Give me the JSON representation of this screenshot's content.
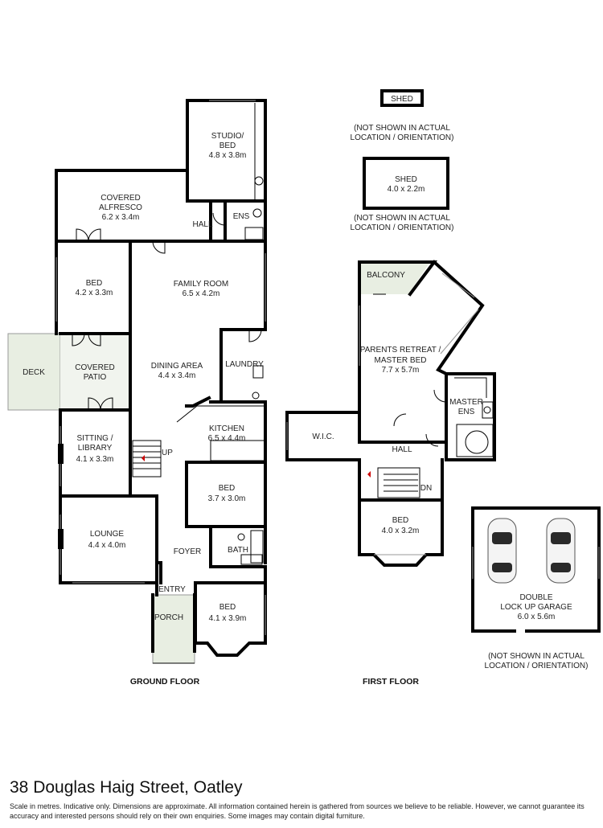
{
  "colors": {
    "wall": "#000000",
    "deck_fill": "#e8eee2",
    "porch_fill": "#e8eee2",
    "window": "#9a9a9a"
  },
  "ground_floor": {
    "label": "GROUND FLOOR",
    "rooms": {
      "studio": {
        "line1": "STUDIO/",
        "line2": "BED",
        "dims": "4.8 x 3.8m"
      },
      "alfresco": {
        "line1": "COVERED",
        "line2": "ALFRESCO",
        "dims": "6.2 x 3.4m"
      },
      "hall": {
        "name": "HALL"
      },
      "ens": {
        "name": "ENS"
      },
      "bed1": {
        "name": "BED",
        "dims": "4.2 x 3.3m"
      },
      "family": {
        "name": "FAMILY ROOM",
        "dims": "6.5 x 4.2m"
      },
      "deck": {
        "name": "DECK"
      },
      "patio": {
        "line1": "COVERED",
        "line2": "PATIO"
      },
      "dining": {
        "name": "DINING AREA",
        "dims": "4.4 x 3.4m"
      },
      "laundry": {
        "name": "LAUNDRY"
      },
      "kitchen": {
        "name": "KITCHEN",
        "dims": "6.5 x 4.4m"
      },
      "sitting": {
        "line1": "SITTING /",
        "line2": "LIBRARY",
        "dims": "4.1 x 3.3m"
      },
      "up": {
        "name": "UP"
      },
      "bed2": {
        "name": "BED",
        "dims": "3.7 x 3.0m"
      },
      "lounge": {
        "name": "LOUNGE",
        "dims": "4.4 x 4.0m"
      },
      "foyer": {
        "name": "FOYER"
      },
      "bath": {
        "name": "BATH"
      },
      "entry": {
        "name": "ENTRY"
      },
      "porch": {
        "name": "PORCH"
      },
      "bed3": {
        "name": "BED",
        "dims": "4.1 x 3.9m"
      }
    }
  },
  "first_floor": {
    "label": "FIRST FLOOR",
    "rooms": {
      "balcony": {
        "name": "BALCONY"
      },
      "retreat": {
        "line1": "PARENTS RETREAT /",
        "line2": "MASTER BED",
        "dims": "7.7 x 5.7m"
      },
      "master_ens": {
        "line1": "MASTER",
        "line2": "ENS"
      },
      "wic": {
        "name": "W.I.C."
      },
      "hall": {
        "name": "HALL"
      },
      "dn": {
        "name": "DN"
      },
      "bed": {
        "name": "BED",
        "dims": "4.0 x 3.2m"
      }
    }
  },
  "outbuildings": {
    "shed_small": {
      "name": "SHED",
      "note1": "(NOT SHOWN IN ACTUAL",
      "note2": "LOCATION / ORIENTATION)"
    },
    "shed_large": {
      "name": "SHED",
      "dims": "4.0 x 2.2m",
      "note1": "(NOT SHOWN IN ACTUAL",
      "note2": "LOCATION / ORIENTATION)"
    },
    "garage": {
      "line1": "DOUBLE",
      "line2": "LOCK UP GARAGE",
      "dims": "6.0 x 5.6m",
      "note1": "(NOT SHOWN IN ACTUAL",
      "note2": "LOCATION / ORIENTATION)"
    }
  },
  "footer": {
    "title": "38 Douglas Haig Street, Oatley",
    "disclaimer": "Scale in metres. Indicative only. Dimensions are approximate. All information contained herein is gathered from sources we believe to be reliable. However, we cannot guarantee its accuracy and interested persons should rely on their own enquiries. Some images may contain digital furniture."
  }
}
